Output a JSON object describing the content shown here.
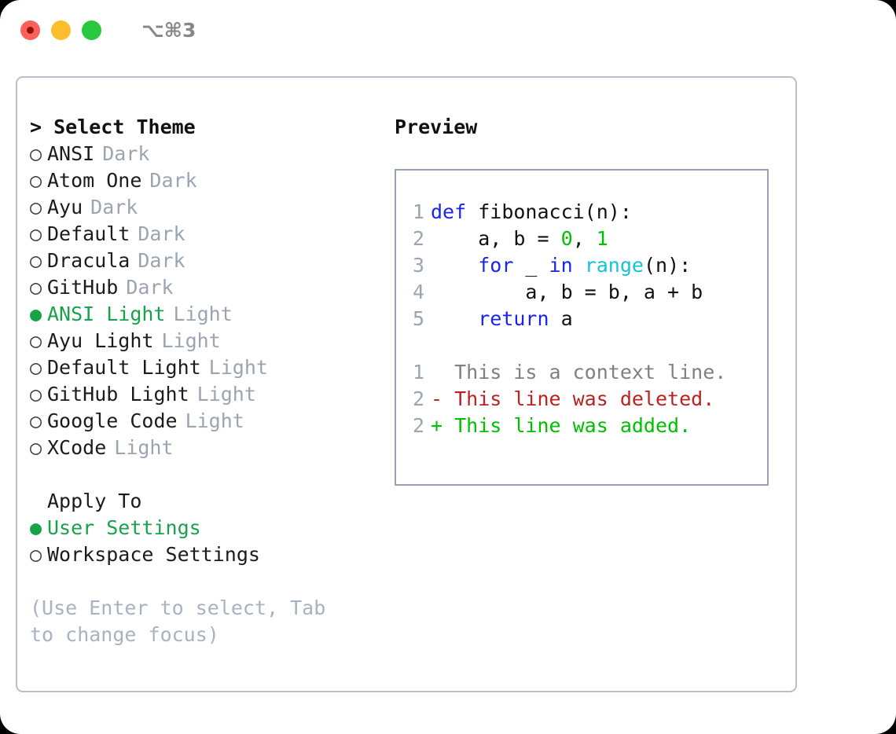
{
  "titlebar": {
    "shortcut": "⌥⌘3",
    "lights": [
      "close-red",
      "minimize-yellow",
      "zoom-green"
    ]
  },
  "theme_selector": {
    "header": "> Select Theme",
    "cursor_marker": ">",
    "options": [
      {
        "bullet": "○",
        "name": "ANSI",
        "kind": "Dark",
        "selected": false
      },
      {
        "bullet": "○",
        "name": "Atom One",
        "kind": "Dark",
        "selected": false
      },
      {
        "bullet": "○",
        "name": "Ayu",
        "kind": "Dark",
        "selected": false
      },
      {
        "bullet": "○",
        "name": "Default",
        "kind": "Dark",
        "selected": false
      },
      {
        "bullet": "○",
        "name": "Dracula",
        "kind": "Dark",
        "selected": false
      },
      {
        "bullet": "○",
        "name": "GitHub",
        "kind": "Dark",
        "selected": false
      },
      {
        "bullet": "●",
        "name": "ANSI Light",
        "kind": "Light",
        "selected": true
      },
      {
        "bullet": "○",
        "name": "Ayu Light",
        "kind": "Light",
        "selected": false
      },
      {
        "bullet": "○",
        "name": "Default Light",
        "kind": "Light",
        "selected": false
      },
      {
        "bullet": "○",
        "name": "GitHub Light",
        "kind": "Light",
        "selected": false
      },
      {
        "bullet": "○",
        "name": "Google Code",
        "kind": "Light",
        "selected": false
      },
      {
        "bullet": "○",
        "name": "XCode",
        "kind": "Light",
        "selected": false
      }
    ]
  },
  "apply_to": {
    "header": "Apply To",
    "options": [
      {
        "bullet": "●",
        "name": "User Settings",
        "selected": true
      },
      {
        "bullet": "○",
        "name": "Workspace Settings",
        "selected": false
      }
    ]
  },
  "hint": "(Use Enter to select, Tab to change focus)",
  "preview": {
    "title": "Preview",
    "code_lines": [
      {
        "num": "1",
        "segments": [
          {
            "text": "def ",
            "cls": "tok-kw"
          },
          {
            "text": "fibonacci(n):",
            "cls": "tok-fn"
          }
        ]
      },
      {
        "num": "2",
        "segments": [
          {
            "text": "    a, b = ",
            "cls": "tok-txt"
          },
          {
            "text": "0",
            "cls": "tok-num"
          },
          {
            "text": ", ",
            "cls": "tok-txt"
          },
          {
            "text": "1",
            "cls": "tok-num"
          }
        ]
      },
      {
        "num": "3",
        "segments": [
          {
            "text": "    ",
            "cls": "tok-txt"
          },
          {
            "text": "for",
            "cls": "tok-kw"
          },
          {
            "text": " _ ",
            "cls": "tok-txt"
          },
          {
            "text": "in",
            "cls": "tok-kw"
          },
          {
            "text": " ",
            "cls": "tok-txt"
          },
          {
            "text": "range",
            "cls": "tok-call"
          },
          {
            "text": "(n):",
            "cls": "tok-txt"
          }
        ]
      },
      {
        "num": "4",
        "segments": [
          {
            "text": "        a, b = b, a + b",
            "cls": "tok-txt"
          }
        ]
      },
      {
        "num": "5",
        "segments": [
          {
            "text": "    ",
            "cls": "tok-txt"
          },
          {
            "text": "return",
            "cls": "tok-kw"
          },
          {
            "text": " a",
            "cls": "tok-txt"
          }
        ]
      }
    ],
    "diff_lines": [
      {
        "num": "1",
        "marker": " ",
        "text": " This is a context line.",
        "kind": "context"
      },
      {
        "num": "2",
        "marker": "-",
        "text": " This line was deleted.",
        "kind": "deleted"
      },
      {
        "num": "2",
        "marker": "+",
        "text": " This line was added.",
        "kind": "added"
      }
    ]
  },
  "colors": {
    "accent_green": "#17a34a",
    "keyword_blue": "#1b25e8",
    "call_cyan": "#15c3d6",
    "number_green": "#00c000",
    "diff_deleted_red": "#bb2222",
    "diff_added_green": "#00c000",
    "muted_grey": "#9aa5b1",
    "border_grey": "#97a3b4",
    "light_red": "#fb6158",
    "light_yellow": "#fcbd2e",
    "light_green": "#28c83f"
  }
}
